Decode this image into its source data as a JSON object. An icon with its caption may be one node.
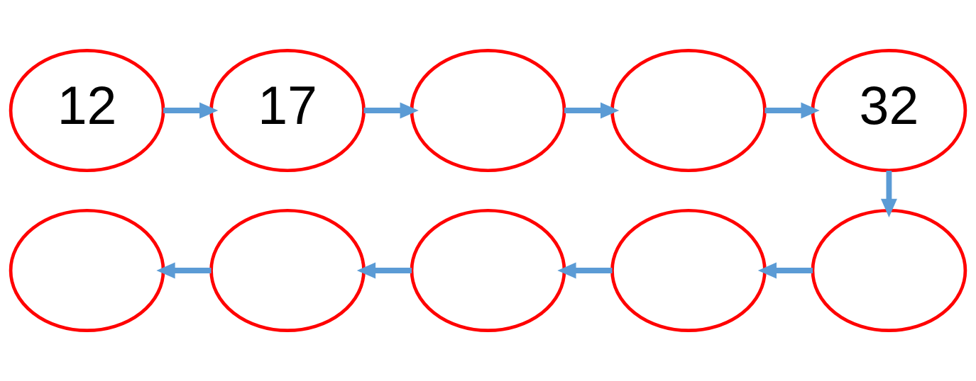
{
  "diagram": {
    "nodes": [
      {
        "text": [
          "12"
        ]
      },
      {
        "text": [
          "17"
        ]
      },
      {
        "text": [],
        "shape": "ellipse"
      },
      {
        "text": [],
        "shape": "ellipse"
      },
      {
        "text": [
          "32"
        ]
      },
      {
        "text": [],
        "shape": "ellipse"
      },
      {
        "text": [],
        "shape": "ellipse"
      },
      {
        "text": [],
        "shape": "ellipse"
      },
      {
        "text": [],
        "shape": "ellipse"
      },
      {
        "text": [],
        "shape": "ellipse"
      }
    ],
    "edges": [
      {
        "from": 0,
        "to": 1,
        "arrow": "to"
      },
      {
        "from": 1,
        "to": 2,
        "arrow": "to"
      },
      {
        "from": 2,
        "to": 3,
        "arrow": "to"
      },
      {
        "from": 3,
        "to": 4,
        "arrow": "to"
      },
      {
        "from": 4,
        "to": 9,
        "arrow": "to"
      },
      {
        "from": 9,
        "to": 8,
        "arrow": "to"
      },
      {
        "from": 8,
        "to": 7,
        "arrow": "to"
      },
      {
        "from": 7,
        "to": 6,
        "arrow": "to"
      },
      {
        "from": 6,
        "to": 5,
        "arrow": "to"
      }
    ]
  }
}
